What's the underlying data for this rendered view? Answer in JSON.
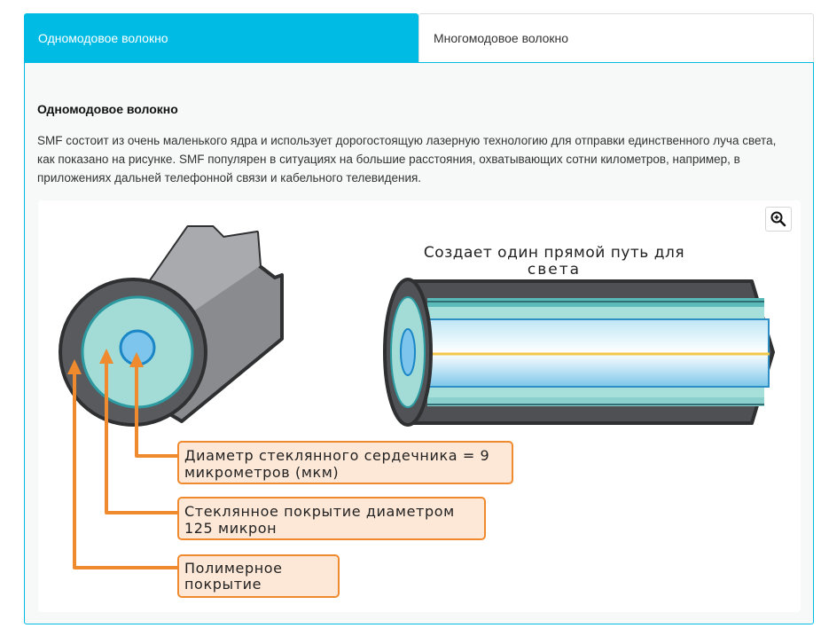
{
  "tabs": [
    {
      "label": "Одномодовое волокно",
      "active": true
    },
    {
      "label": "Многомодовое волокно",
      "active": false
    }
  ],
  "content": {
    "heading": "Одномодовое волокно",
    "paragraph": "SMF состоит из очень маленького ядра и использует дорогостоящую лазерную технологию для отправки единственного луча света, как показано на рисунке. SMF популярен в ситуациях на большие расстояния, охватывающих сотни километров, например, в приложениях дальней телефонной связи и кабельного телевидения."
  },
  "figure": {
    "caption_top_line1": "Создает один прямой путь для",
    "caption_top_line2": "света",
    "label_core_line1": "Диаметр стеклянного сердечника = 9",
    "label_core_line2": "микрометров (мкм)",
    "label_cladding_line1": "Стеклянное покрытие диаметром",
    "label_cladding_line2": "125 микрон",
    "label_coating_line1": "Полимерное",
    "label_coating_line2": "покрытие",
    "zoom_icon": "zoom-in-icon"
  },
  "colors": {
    "accent": "#00bce4",
    "arrow": "#f08a2e",
    "label_bg": "#fde7d6"
  }
}
